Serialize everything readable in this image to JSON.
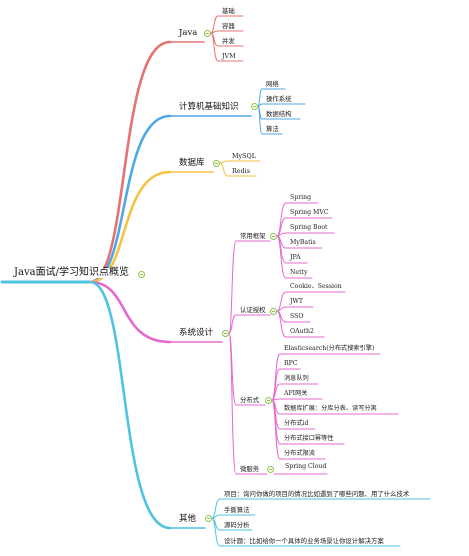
{
  "root": {
    "label": "Java面试/学习知识点概览"
  },
  "colors": {
    "java": "#e57373",
    "cs": "#4fa8e6",
    "db": "#f5c242",
    "system": "#e36bd0",
    "other": "#4fc3e0",
    "toggle": "#8bc34a"
  },
  "branches": {
    "java": {
      "label": "Java",
      "items": [
        "基础",
        "容器",
        "并发",
        "JVM"
      ]
    },
    "cs": {
      "label": "计算机基础知识",
      "items": [
        "网络",
        "操作系统",
        "数据结构",
        "算法"
      ]
    },
    "db": {
      "label": "数据库",
      "items": [
        "MySQL",
        "Redis"
      ]
    },
    "system": {
      "label": "系统设计",
      "frameworks": {
        "label": "常用框架",
        "items": [
          "Spring",
          "Spring MVC",
          "Spring Boot",
          "MyBatis",
          "JPA",
          "Netty"
        ]
      },
      "auth": {
        "label": "认证授权",
        "items": [
          "Cookie、Session",
          "JWT",
          "SSO",
          "OAuth2"
        ]
      },
      "distributed": {
        "label": "分布式",
        "items": [
          "Elasticsearch(分布式搜索引擎)",
          "RPC",
          "消息队列",
          "API网关",
          "数据库扩展：分库分表、读写分离",
          "分布式id",
          "分布式接口幂等性",
          "分布式限流"
        ]
      },
      "micro": {
        "label": "微服务",
        "items": [
          "Spring Cloud"
        ]
      }
    },
    "other": {
      "label": "其他",
      "items": [
        "项目：询问你做的项目的情况比如遇到了哪些问题、用了什么技术",
        "手撕算法",
        "源码分析",
        "设计题：比如给你一个具体的业务场景让你设计解决方案"
      ]
    }
  }
}
